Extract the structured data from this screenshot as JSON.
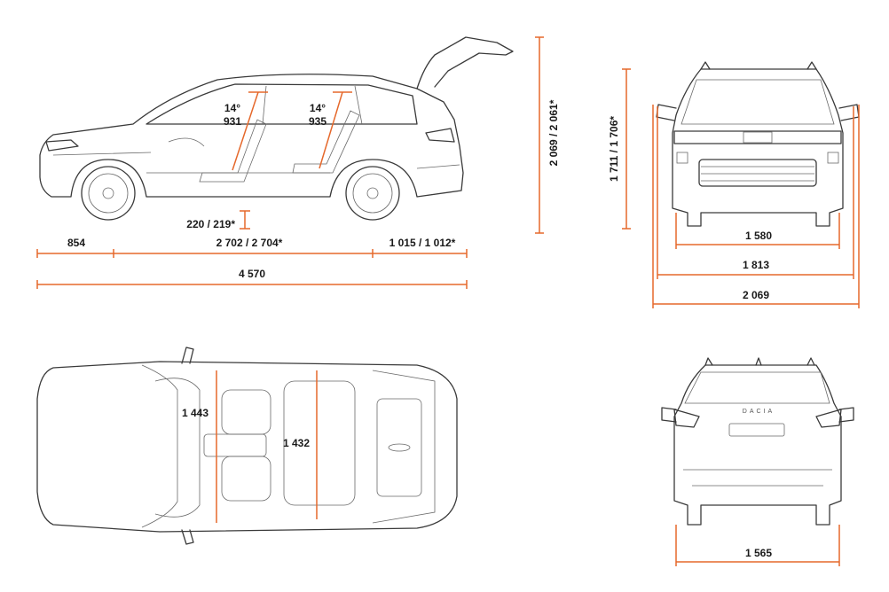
{
  "dimensions": {
    "front_overhang": "854",
    "wheelbase": "2 702 / 2 704*",
    "rear_overhang": "1 015 / 1 012*",
    "overall_length": "4 570",
    "ground_clearance": "220 / 219*",
    "height_tailgate_open": "2 069 / 2 061*",
    "front_seat_angle": "14°",
    "front_headroom": "931",
    "rear_seat_angle": "14°",
    "rear_headroom": "935",
    "height": "1 711 / 1 706*",
    "front_track": "1 580",
    "width_no_mirrors": "1 813",
    "width_with_mirrors": "2 069",
    "front_elbow_width": "1 443",
    "rear_elbow_width": "1 432",
    "rear_track": "1 565"
  },
  "branding": {
    "rear_badge": "DACIA"
  },
  "colors": {
    "dimension_line": "#e5682b",
    "drawing_line": "#3a3a3a",
    "text": "#1a1a1a"
  }
}
